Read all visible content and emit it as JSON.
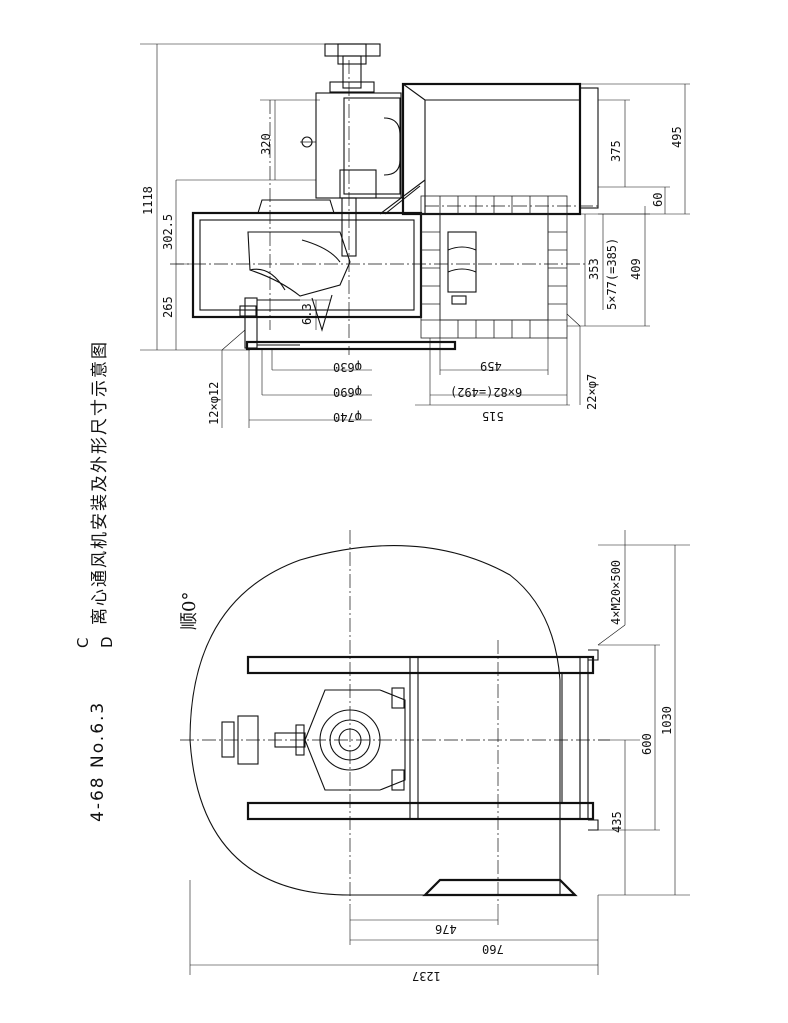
{
  "title": {
    "model": "4-68 No.6.3",
    "sup": "C",
    "sub": "D",
    "text": "离心通风机安装及外形尺寸示意图"
  },
  "rotation_label": "顺0°",
  "side_view": {
    "d_1118": "1118",
    "d_320": "320",
    "d_302_5": "302.5",
    "d_265": "265",
    "d_6_3": "6.3",
    "d_375": "375",
    "d_495": "495",
    "d_60": "60",
    "d_5x77": "5×77(=385)",
    "d_353": "353",
    "d_409": "409",
    "d_phi630": "φ630",
    "d_phi690": "φ690",
    "d_phi740": "φ740",
    "d_12phi12": "12×φ12",
    "d_459": "459",
    "d_6x82": "6×82(=492)",
    "d_515": "515",
    "d_22phi7": "22×φ7"
  },
  "plan_view": {
    "d_4xM20": "4×M20×500",
    "d_1030": "1030",
    "d_600": "600",
    "d_435": "435",
    "d_476": "476",
    "d_760": "760",
    "d_1237": "1237"
  }
}
